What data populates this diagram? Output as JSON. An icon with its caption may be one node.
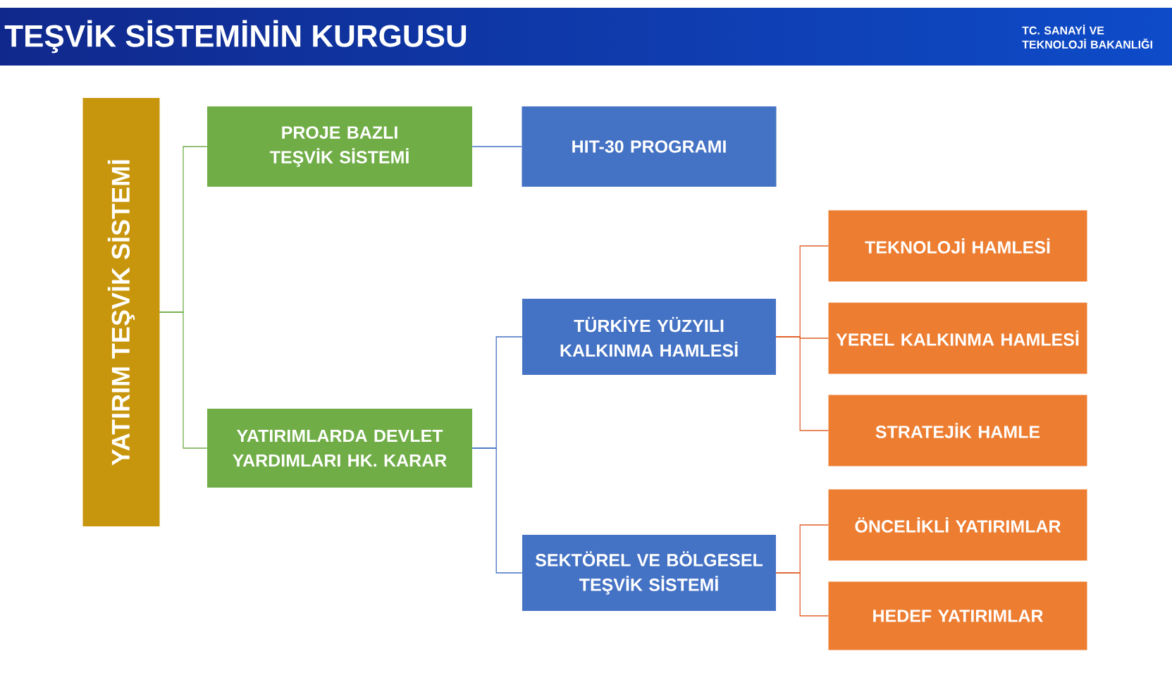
{
  "diagram": {
    "title": "TEŞVİK SİSTEMİNİN KURGUSU",
    "nodes": [
      {
        "text": [
          "YATIRIM TEŞVİK SİSTEMİ"
        ]
      },
      {
        "text": [
          "PROJE BAZLI TEŞVİK SİSTEMİ"
        ]
      },
      {
        "text": [
          "HIT-30 PROGRAMI"
        ]
      },
      {
        "text": [
          "YATIRIMLARDA DEVLET YARDIMLARI HK. KARAR"
        ]
      },
      {
        "text": [
          "TÜRKİYE YÜZYILI KALKINMA HAMLESİ"
        ]
      },
      {
        "text": [
          "SEKTÖREL VE BÖLGESEL TEŞVİK SİSTEMİ"
        ]
      },
      {
        "text": [
          "TEKNOLOJİ HAMLESİ"
        ]
      },
      {
        "text": [
          "YEREL KALKINMA HAMLESİ"
        ]
      },
      {
        "text": [
          "STRATEJİK HAMLE"
        ]
      },
      {
        "text": [
          "ÖNCELİKLİ YATIRIMLAR"
        ]
      },
      {
        "text": [
          "HEDEF YATIRIMLAR"
        ]
      }
    ],
    "edges": [
      {
        "from": 0,
        "to": 1,
        "arrow": "none",
        "color": "#70ad47"
      },
      {
        "from": 0,
        "to": 3,
        "arrow": "none",
        "color": "#70ad47"
      },
      {
        "from": 1,
        "to": 2,
        "arrow": "none",
        "color": "#4472c4"
      },
      {
        "from": 3,
        "to": 4,
        "arrow": "none",
        "color": "#4472c4"
      },
      {
        "from": 3,
        "to": 5,
        "arrow": "none",
        "color": "#4472c4"
      },
      {
        "from": 4,
        "to": 6,
        "arrow": "none",
        "color": "#e0612a"
      },
      {
        "from": 4,
        "to": 7,
        "arrow": "none",
        "color": "#e0612a"
      },
      {
        "from": 4,
        "to": 8,
        "arrow": "none",
        "color": "#e0612a"
      },
      {
        "from": 5,
        "to": 9,
        "arrow": "none",
        "color": "#e0612a"
      },
      {
        "from": 5,
        "to": 10,
        "arrow": "none",
        "color": "#e0612a"
      }
    ],
    "labels": [
      "TC. SANAYİ VE TEKNOLOJİ BAKANLIĞI"
    ]
  }
}
